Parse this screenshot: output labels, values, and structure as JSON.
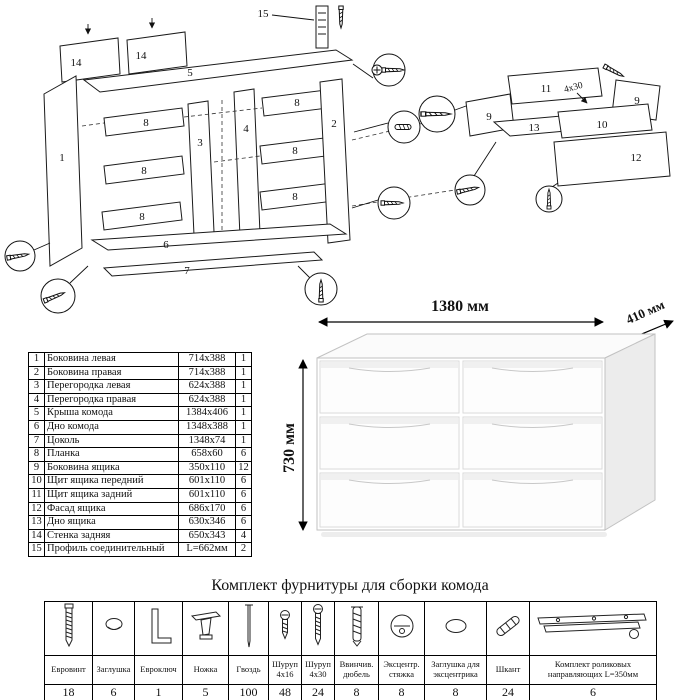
{
  "diagram": {
    "labels": [
      "15",
      "14",
      "14",
      "5",
      "1",
      "8",
      "8",
      "8",
      "3",
      "4",
      "8",
      "8",
      "8",
      "2",
      "6",
      "7",
      "11",
      "9",
      "4x30",
      "9",
      "13",
      "10",
      "12"
    ]
  },
  "dresser": {
    "width_label": "1380 мм",
    "depth_label": "410 мм",
    "height_label": "730 мм"
  },
  "parts_table": {
    "rows": [
      {
        "num": "1",
        "name": "Боковина левая",
        "size": "714x388",
        "qty": "1"
      },
      {
        "num": "2",
        "name": "Боковина правая",
        "size": "714x388",
        "qty": "1"
      },
      {
        "num": "3",
        "name": "Перегородка левая",
        "size": "624x388",
        "qty": "1"
      },
      {
        "num": "4",
        "name": "Перегородка правая",
        "size": "624x388",
        "qty": "1"
      },
      {
        "num": "5",
        "name": "Крыша комода",
        "size": "1384x406",
        "qty": "1"
      },
      {
        "num": "6",
        "name": "Дно комода",
        "size": "1348x388",
        "qty": "1"
      },
      {
        "num": "7",
        "name": "Цоколь",
        "size": "1348x74",
        "qty": "1"
      },
      {
        "num": "8",
        "name": "Планка",
        "size": "658x60",
        "qty": "6"
      },
      {
        "num": "9",
        "name": "Боковина ящика",
        "size": "350x110",
        "qty": "12"
      },
      {
        "num": "10",
        "name": "Щит ящика передний",
        "size": "601x110",
        "qty": "6"
      },
      {
        "num": "11",
        "name": "Щит ящика задний",
        "size": "601x110",
        "qty": "6"
      },
      {
        "num": "12",
        "name": "Фасад ящика",
        "size": "686x170",
        "qty": "6"
      },
      {
        "num": "13",
        "name": "Дно ящика",
        "size": "630x346",
        "qty": "6"
      },
      {
        "num": "14",
        "name": "Стенка задняя",
        "size": "650x343",
        "qty": "4"
      },
      {
        "num": "15",
        "name": "Профиль соединительный",
        "size": "L=662мм",
        "qty": "2"
      }
    ]
  },
  "hardware": {
    "title": "Комплект фурнитуры для сборки комода",
    "items": [
      {
        "name": "Евровинт",
        "qty": "18",
        "icon": "euro-screw-icon"
      },
      {
        "name": "Заглушка",
        "qty": "6",
        "icon": "cap-icon"
      },
      {
        "name": "Евроключ",
        "qty": "1",
        "icon": "hex-key-icon"
      },
      {
        "name": "Ножка",
        "qty": "5",
        "icon": "leg-icon"
      },
      {
        "name": "Гвоздь",
        "qty": "100",
        "icon": "nail-icon"
      },
      {
        "name": "Шуруп 4x16",
        "qty": "48",
        "icon": "screw-short-icon"
      },
      {
        "name": "Шуруп 4x30",
        "qty": "24",
        "icon": "screw-long-icon"
      },
      {
        "name": "Ввинчив. дюбель",
        "qty": "8",
        "icon": "screw-dowel-icon"
      },
      {
        "name": "Эксцентр. стяжка",
        "qty": "8",
        "icon": "cam-lock-icon"
      },
      {
        "name": "Заглушка для эксцентрика",
        "qty": "8",
        "icon": "cam-cap-icon"
      },
      {
        "name": "Шкант",
        "qty": "24",
        "icon": "wood-dowel-icon"
      },
      {
        "name": "Комплект роликовых направляющих L=350мм",
        "qty": "6",
        "icon": "drawer-slide-icon"
      }
    ]
  }
}
